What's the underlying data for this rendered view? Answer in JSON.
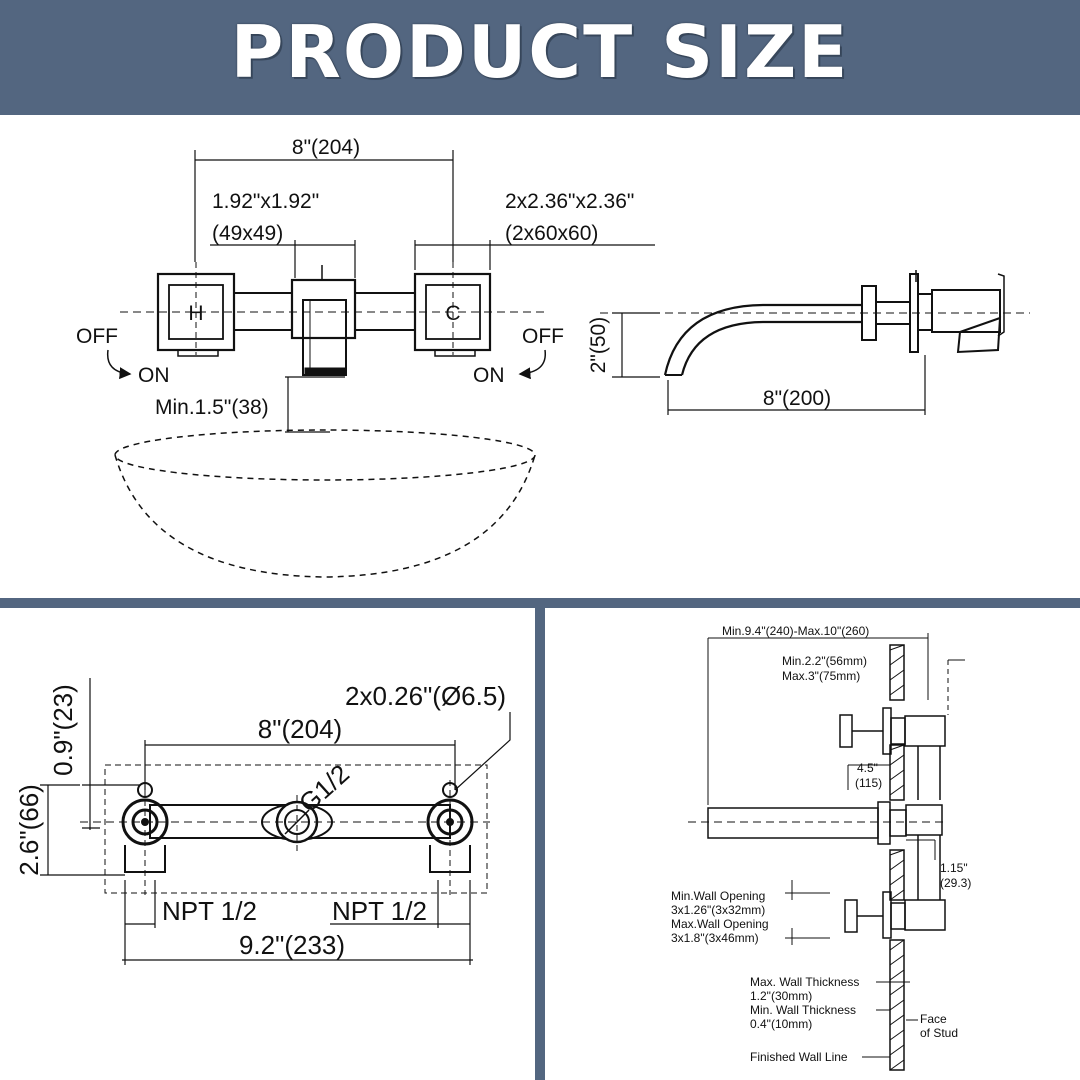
{
  "title": "PRODUCT SIZE",
  "top_view": {
    "width_label": "8\"(204)",
    "handle_size": "1.92\"x1.92\"",
    "handle_size_mm": "(49x49)",
    "plate_size": "2x2.36\"x2.36\"",
    "plate_size_mm": "(2x60x60)",
    "hot_letter": "H",
    "cold_letter": "C",
    "off_left": "OFF",
    "on_left": "ON",
    "off_right": "OFF",
    "on_right": "ON",
    "min_height": "Min.1.5\"(38)"
  },
  "side_view": {
    "height_label": "2\"(50)",
    "reach_label": "8\"(200)"
  },
  "valve_view": {
    "hole_label": "2x0.26\"(Ø6.5)",
    "spacing_label": "8\"(204)",
    "inlet_label": "G1/2",
    "offset_label": "0.9\"(23)",
    "height_label": "2.6\"(66)",
    "npt_left": "NPT 1/2",
    "npt_right": "NPT 1/2",
    "total_label": "9.2\"(233)"
  },
  "install_view": {
    "depth_range": "Min.9.4\"(240)-Max.10\"(260)",
    "min_depth": "Min.2.2\"(56mm)",
    "max_depth": "Max.3\"(75mm)",
    "spacing": "4.5\"",
    "spacing_mm": "(115)",
    "offset": "1.15\"",
    "offset_mm": "(29.3)",
    "min_opening_title": "Min.Wall Opening",
    "min_opening_value": "3x1.26\"(3x32mm)",
    "max_opening_title": "Max.Wall Opening",
    "max_opening_value": "3x1.8\"(3x46mm)",
    "max_thickness_title": "Max. Wall Thickness",
    "max_thickness_value": "1.2\"(30mm)",
    "min_thickness_title": "Min. Wall Thickness",
    "min_thickness_value": "0.4\"(10mm)",
    "face_label": "Face",
    "stud_label": "of Stud",
    "finished_wall": "Finished Wall Line"
  }
}
